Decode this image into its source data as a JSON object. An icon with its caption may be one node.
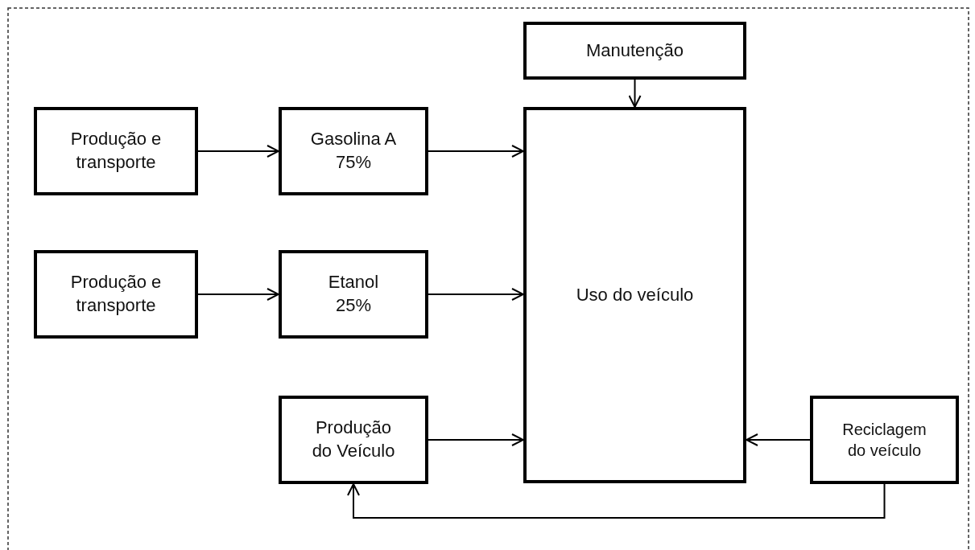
{
  "diagram": {
    "nodes": [
      {
        "text": [],
        "shape": "box"
      },
      {
        "text": [
          "Manutenção"
        ],
        "in": 0
      },
      {
        "text": [
          "Produção e transporte"
        ],
        "in": 0
      },
      {
        "text": [
          "Gasolina A 75%"
        ],
        "in": 0
      },
      {
        "text": [
          "Uso do veículo"
        ],
        "in": 0
      },
      {
        "text": [
          "Produção e transporte"
        ],
        "in": 0
      },
      {
        "text": [
          "Etanol 25%"
        ],
        "in": 0
      },
      {
        "text": [
          "Produção do Veículo"
        ],
        "in": 0
      },
      {
        "text": [
          "Reciclagem do veículo"
        ],
        "in": 0
      }
    ],
    "edges": [
      {
        "from": 1,
        "to": 4,
        "arrow": "to"
      },
      {
        "from": 2,
        "to": 3,
        "arrow": "to"
      },
      {
        "from": 3,
        "to": 4,
        "arrow": "to"
      },
      {
        "from": 5,
        "to": 6,
        "arrow": "to"
      },
      {
        "from": 6,
        "to": 4,
        "arrow": "to"
      },
      {
        "from": 7,
        "to": 4,
        "arrow": "to"
      },
      {
        "from": 8,
        "to": 4,
        "arrow": "to"
      },
      {
        "from": 8,
        "to": 7,
        "arrow": "to"
      }
    ]
  }
}
